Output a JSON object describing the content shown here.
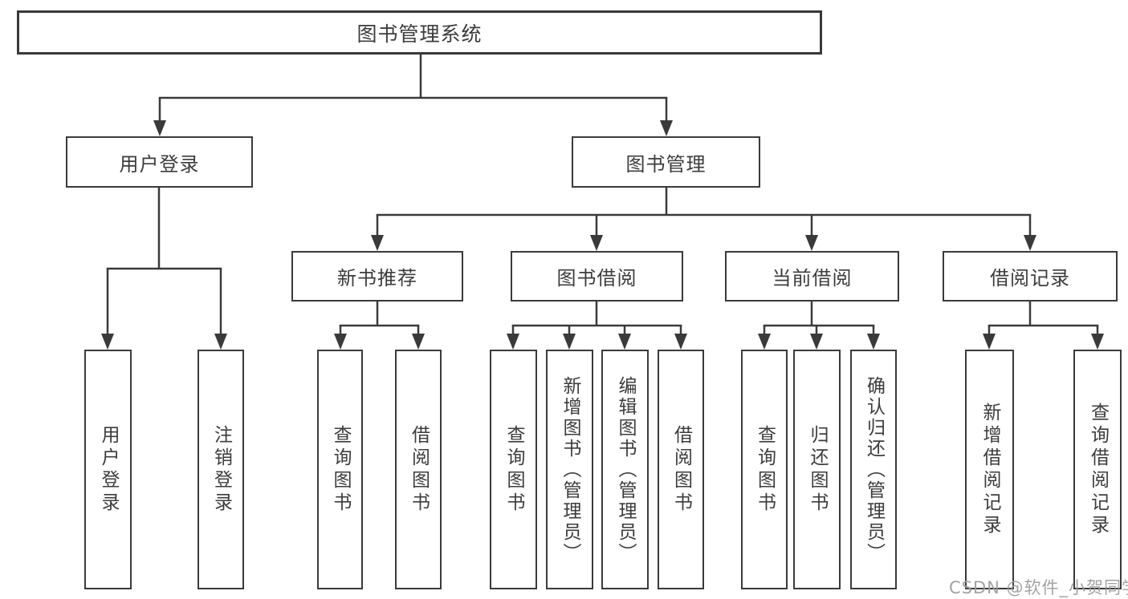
{
  "tree": {
    "label": "图书管理系统",
    "children": [
      {
        "label": "用户登录",
        "children": [
          {
            "label": "用户登录"
          },
          {
            "label": "注销登录"
          }
        ]
      },
      {
        "label": "图书管理",
        "children": [
          {
            "label": "新书推荐",
            "children": [
              {
                "label": "查询图书"
              },
              {
                "label": "借阅图书"
              }
            ]
          },
          {
            "label": "图书借阅",
            "children": [
              {
                "label": "查询图书"
              },
              {
                "label": "新增图书（管理员）"
              },
              {
                "label": "编辑图书（管理员）"
              },
              {
                "label": "借阅图书"
              }
            ]
          },
          {
            "label": "当前借阅",
            "children": [
              {
                "label": "查询图书"
              },
              {
                "label": "归还图书"
              },
              {
                "label": "确认归还（管理员）"
              }
            ]
          },
          {
            "label": "借阅记录",
            "children": [
              {
                "label": "新增借阅记录"
              },
              {
                "label": "查询借阅记录"
              }
            ]
          }
        ]
      }
    ]
  },
  "watermark": "CSDN @软件_小贺同学",
  "colors": {
    "line": "#3a3a3a",
    "text": "#3c3c3c",
    "background": "#ffffff",
    "watermark": "#9e9e9e"
  }
}
